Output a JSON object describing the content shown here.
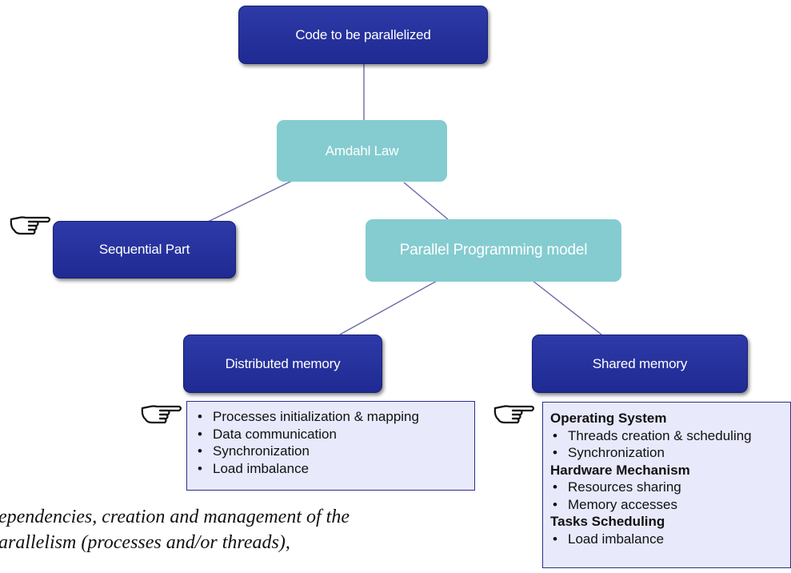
{
  "nodes": {
    "code": "Code to be parallelized",
    "amdahl": "Amdahl Law",
    "sequential": "Sequential Part",
    "parallel_model": "Parallel Programming model",
    "distributed": "Distributed memory",
    "shared": "Shared memory"
  },
  "distributed_items": [
    "Processes initialization & mapping",
    "Data communication",
    "Synchronization",
    "Load imbalance"
  ],
  "shared_groups": [
    {
      "title": "Operating System",
      "items": [
        "Threads creation & scheduling",
        "Synchronization"
      ]
    },
    {
      "title": "Hardware Mechanism",
      "items": [
        "Resources sharing",
        "Memory accesses"
      ]
    },
    {
      "title": "Tasks Scheduling",
      "items": [
        "Load imbalance"
      ]
    }
  ],
  "caption": {
    "line1": "ependencies, creation and management of the",
    "line2": "arallelism (processes and/or threads),"
  },
  "colors": {
    "dark_node": "#1f2a92",
    "light_node": "#84ccd0",
    "connector": "#6a6aa8",
    "box_fill": "#e8e9fb",
    "box_border": "#2b2f86"
  },
  "icons": [
    "pointing-hand-icon"
  ]
}
